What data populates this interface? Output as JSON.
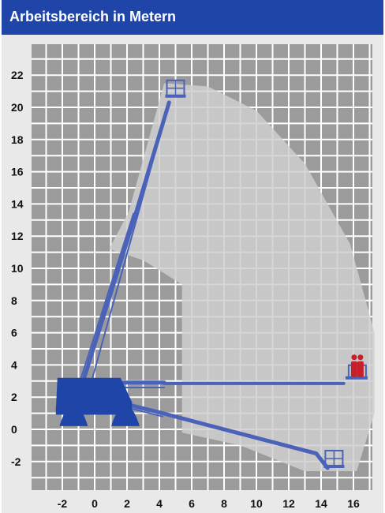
{
  "header": {
    "title": "Arbeitsbereich in Metern"
  },
  "colors": {
    "header_bg": "#1f45a8",
    "panel_bg": "#e9e9e9",
    "grid_bg": "#9b9b9b",
    "grid_lines": "#ffffff",
    "envelope": "#cfcfcf",
    "machine": "#1f45a8",
    "boom": "#4a62b8",
    "operators": "#c8202a"
  },
  "chart_data": {
    "type": "diagram",
    "x_ticks": [
      "-2",
      "0",
      "2",
      "4",
      "6",
      "8",
      "10",
      "12",
      "14",
      "16"
    ],
    "y_ticks": [
      "22",
      "20",
      "18",
      "16",
      "14",
      "12",
      "10",
      "8",
      "6",
      "4",
      "2",
      "0",
      "-2"
    ],
    "xlim": [
      -3,
      18
    ],
    "ylim": [
      -3,
      24
    ],
    "grid": true,
    "envelope_outline_m": [
      [
        4.3,
        21.5
      ],
      [
        7,
        21.3
      ],
      [
        10,
        19.8
      ],
      [
        13,
        16.5
      ],
      [
        15.8,
        11.5
      ],
      [
        17.3,
        6
      ],
      [
        17.3,
        1
      ],
      [
        16.2,
        -2.6
      ],
      [
        13,
        -2.6
      ],
      [
        9,
        -1
      ],
      [
        5.4,
        -0.2
      ],
      [
        5.4,
        9
      ],
      [
        3,
        10.5
      ],
      [
        0.9,
        11.2
      ],
      [
        2.1,
        13.5
      ]
    ],
    "booms": [
      {
        "position": "max height",
        "platform_at_m": [
          5,
          20.6
        ]
      },
      {
        "position": "max reach",
        "platform_at_m": [
          15.8,
          3.2
        ]
      },
      {
        "position": "below ground",
        "platform_at_m": [
          14.8,
          -2.4
        ]
      }
    ]
  }
}
